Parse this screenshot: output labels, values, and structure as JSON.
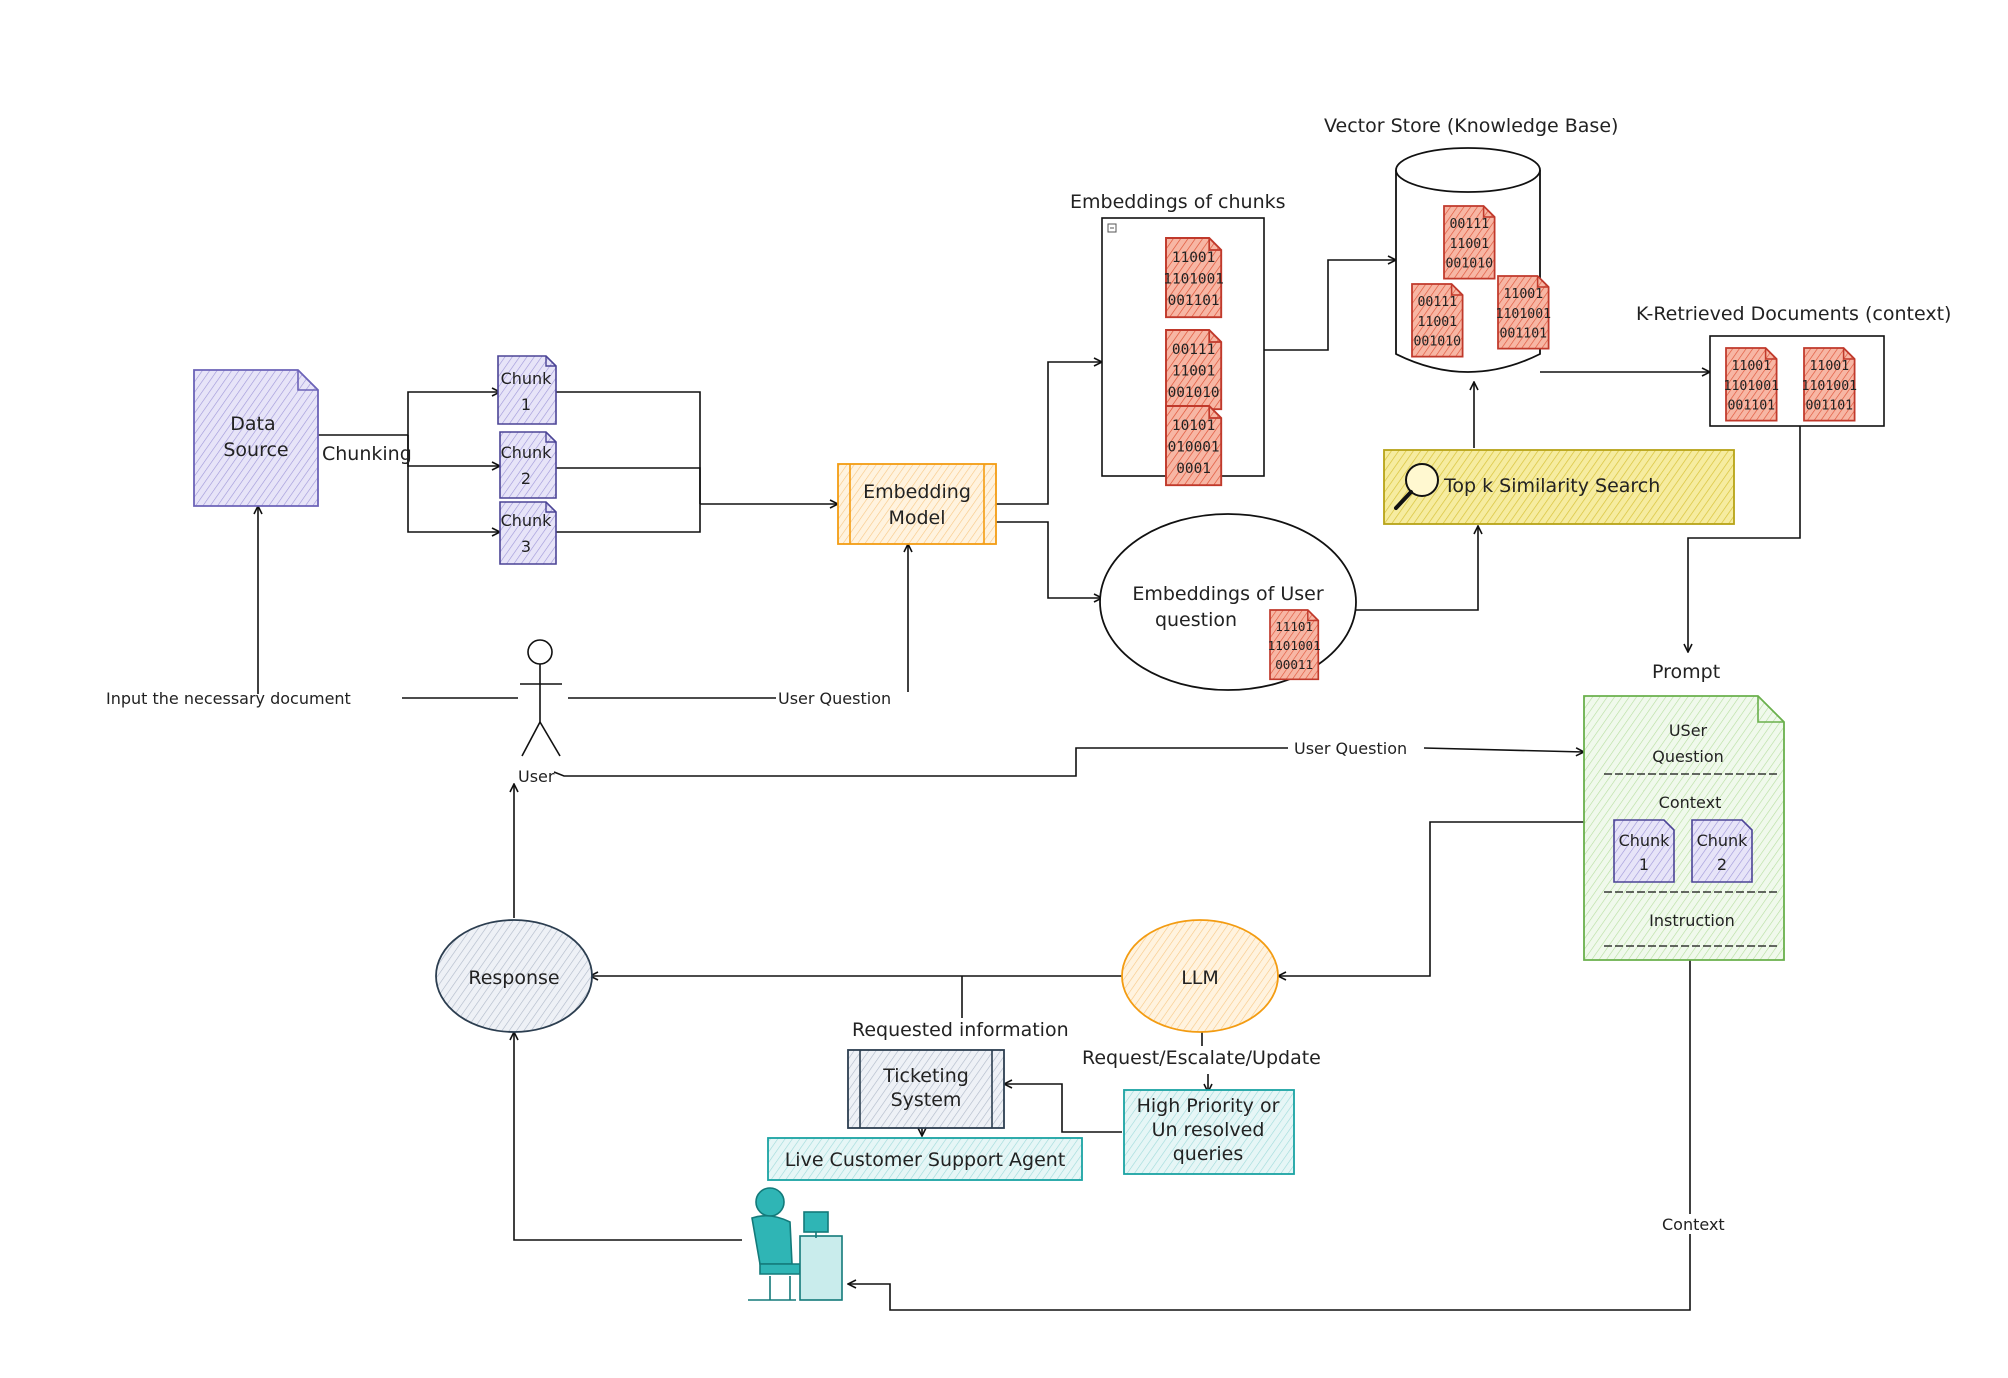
{
  "nodes": {
    "data_source": [
      "Data",
      "Source"
    ],
    "chunking": "Chunking",
    "chunk1": [
      "Chunk",
      "1"
    ],
    "chunk2": [
      "Chunk",
      "2"
    ],
    "chunk3": [
      "Chunk",
      "3"
    ],
    "embedding_model": [
      "Embedding",
      "Model"
    ],
    "embeddings_of_chunks": "Embeddings of chunks",
    "vector_store": "Vector Store (Knowledge Base)",
    "k_retrieved": "K-Retrieved Documents (context)",
    "top_k": "Top k Similarity Search",
    "user_embeddings": [
      "Embeddings of User",
      "question"
    ],
    "input_doc": "Input the necessary document",
    "user": "User",
    "user_question_1": "User Question",
    "user_question_2": "User Question",
    "prompt": "Prompt",
    "prompt_user_question": [
      "USer",
      "Question"
    ],
    "prompt_context": "Context",
    "prompt_chunk1": [
      "Chunk",
      "1"
    ],
    "prompt_chunk2": [
      "Chunk",
      "2"
    ],
    "prompt_instruction": "Instruction",
    "llm": "LLM",
    "response": "Response",
    "requested_information": "Requested information",
    "request_escalate": "Request/Escalate/Update",
    "ticketing": [
      "Ticketing",
      "System"
    ],
    "high_priority": [
      "High Priority or",
      "Un resolved",
      "queries"
    ],
    "live_agent": "Live Customer Support Agent",
    "context_edge": "Context"
  },
  "doc_icons": {
    "chunks_col": [
      [
        "11001",
        "1101001",
        "001101"
      ],
      [
        "00111",
        "11001",
        "001010"
      ],
      [
        "10101",
        "010001",
        "0001"
      ]
    ],
    "store": [
      [
        "00111",
        "11001",
        "001010"
      ],
      [
        "00111",
        "11001",
        "001010"
      ],
      [
        "11001",
        "1101001",
        "001101"
      ]
    ],
    "retrieved": [
      [
        "11001",
        "1101001",
        "001101"
      ],
      [
        "11001",
        "1101001",
        "001101"
      ]
    ],
    "user_q": [
      "11101",
      "1101001",
      "00011"
    ]
  },
  "colors": {
    "data_source": "#cfcaf0",
    "embedding_model": "#f39c12",
    "top_k": "#b7a317",
    "prompt": "#6ab04c",
    "response": "#2c3e50",
    "llm": "#f39c12",
    "ticketing": "#2c3e50",
    "agent": "#19a3a3",
    "doc_icon": "#c0392b"
  },
  "icons": {
    "search": "search-icon",
    "agent": "support-agent-icon",
    "user": "stick-figure-user-icon",
    "database": "cylinder-database-icon",
    "document": "document-icon"
  }
}
